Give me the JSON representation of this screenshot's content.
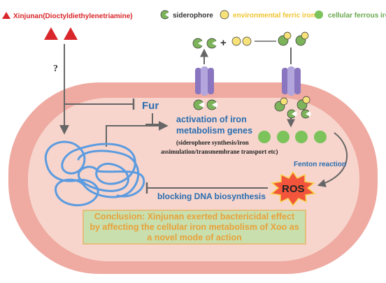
{
  "legend": {
    "xinjunan": "Xinjunan(Dioctyldiethylenetriamine)",
    "siderophore": "siderophore",
    "ferric": "environmental ferric iron",
    "ferrous": "cellular ferrous iron"
  },
  "labels": {
    "question": "?",
    "fur": "Fur",
    "activation_line1": "activation of iron",
    "activation_line2": "metabolism genes",
    "detail_line1": "(siderophore synthesis/iron",
    "detail_line2": "assimulation/transmembrane transport etc)",
    "fenton": "Fenton reaction",
    "ros": "ROS",
    "blocking": "blocking DNA biosynthesis",
    "plus": "+"
  },
  "conclusion": "Conclusion: Xinjunan exerted bactericidal effect by affecting the cellular iron metabolism of Xoo as a novel mode of action",
  "colors": {
    "xinjunan": "#d9262b",
    "siderophore": "#7cb35b",
    "ferric_fill": "#f7e27a",
    "ferric_text": "#f0c430",
    "ferrous": "#7cc35b",
    "cell_outer": "#efaaa1",
    "cell_inner": "#f7d5cc",
    "text_blue": "#2a6db0",
    "dna": "#5b9be0",
    "transporter": "#8a76c0",
    "ros_fill": "#f2553b",
    "conclusion_text": "#e8a23a",
    "conclusion_bg": "#c9dfae"
  }
}
